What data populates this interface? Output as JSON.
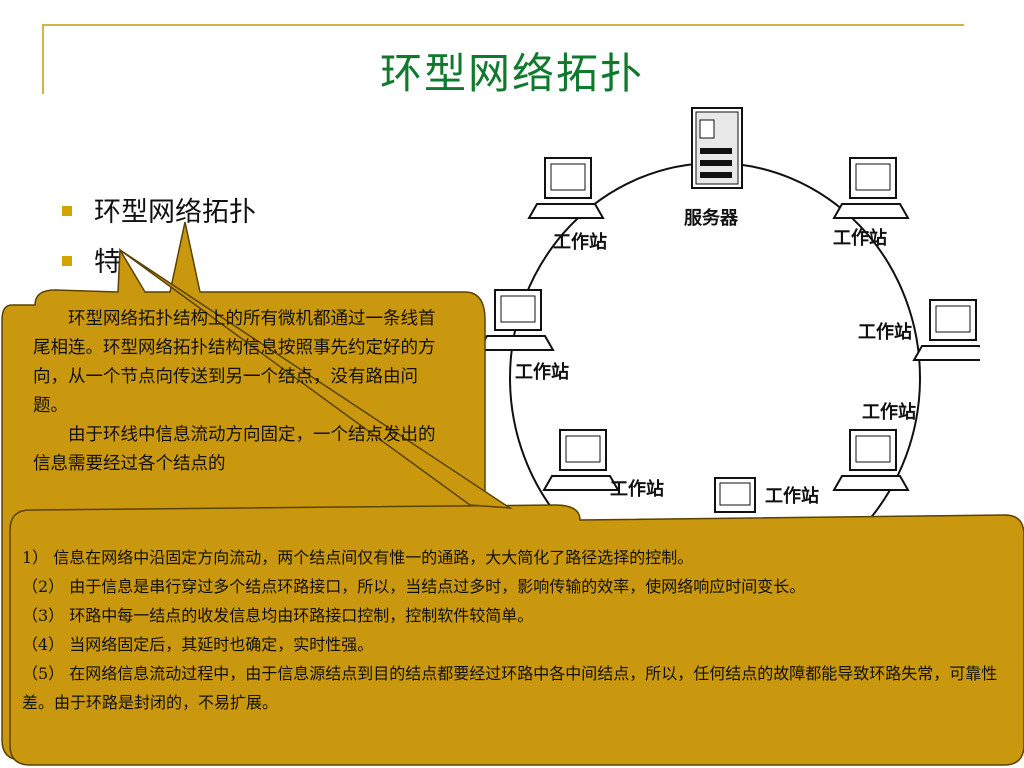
{
  "slide": {
    "title": "环型网络拓扑",
    "bullets": [
      {
        "label": "环型网络拓扑"
      },
      {
        "label": "特"
      }
    ]
  },
  "diagram": {
    "server_label": "服务器",
    "workstation_label": "工作站"
  },
  "callout_one": {
    "paragraphs": [
      "环型网络拓扑结构上的所有微机都通过一条线首尾相连。环型网络拓扑结构信息按照事先约定好的方向，从一个节点向传送到另一个结点，没有路由问题。",
      "由于环线中信息流动方向固定，一个结点发出的信息需要经过各个结点的"
    ]
  },
  "callout_two": {
    "items": [
      "1） 信息在网络中沿固定方向流动，两个结点间仅有惟一的通路，大大简化了路径选择的控制。",
      "（2） 由于信息是串行穿过多个结点环路接口，所以，当结点过多时，影响传输的效率，使网络响应时间变长。",
      "（3） 环路中每一结点的收发信息均由环路接口控制，控制软件较简单。",
      "（4） 当网络固定后，其延时也确定，实时性强。",
      "（5） 在网络信息流动过程中，由于信息源结点到目的结点都要经过环路中各中间结点，所以，任何结点的故障都能导致环路失常，可靠性差。由于环路是封闭的，不易扩展。"
    ]
  },
  "colors": {
    "title": "#0f7a2e",
    "accent_line": "#d4b24a",
    "callout_fill": "#c9980e",
    "bullet": "#d4a400"
  }
}
